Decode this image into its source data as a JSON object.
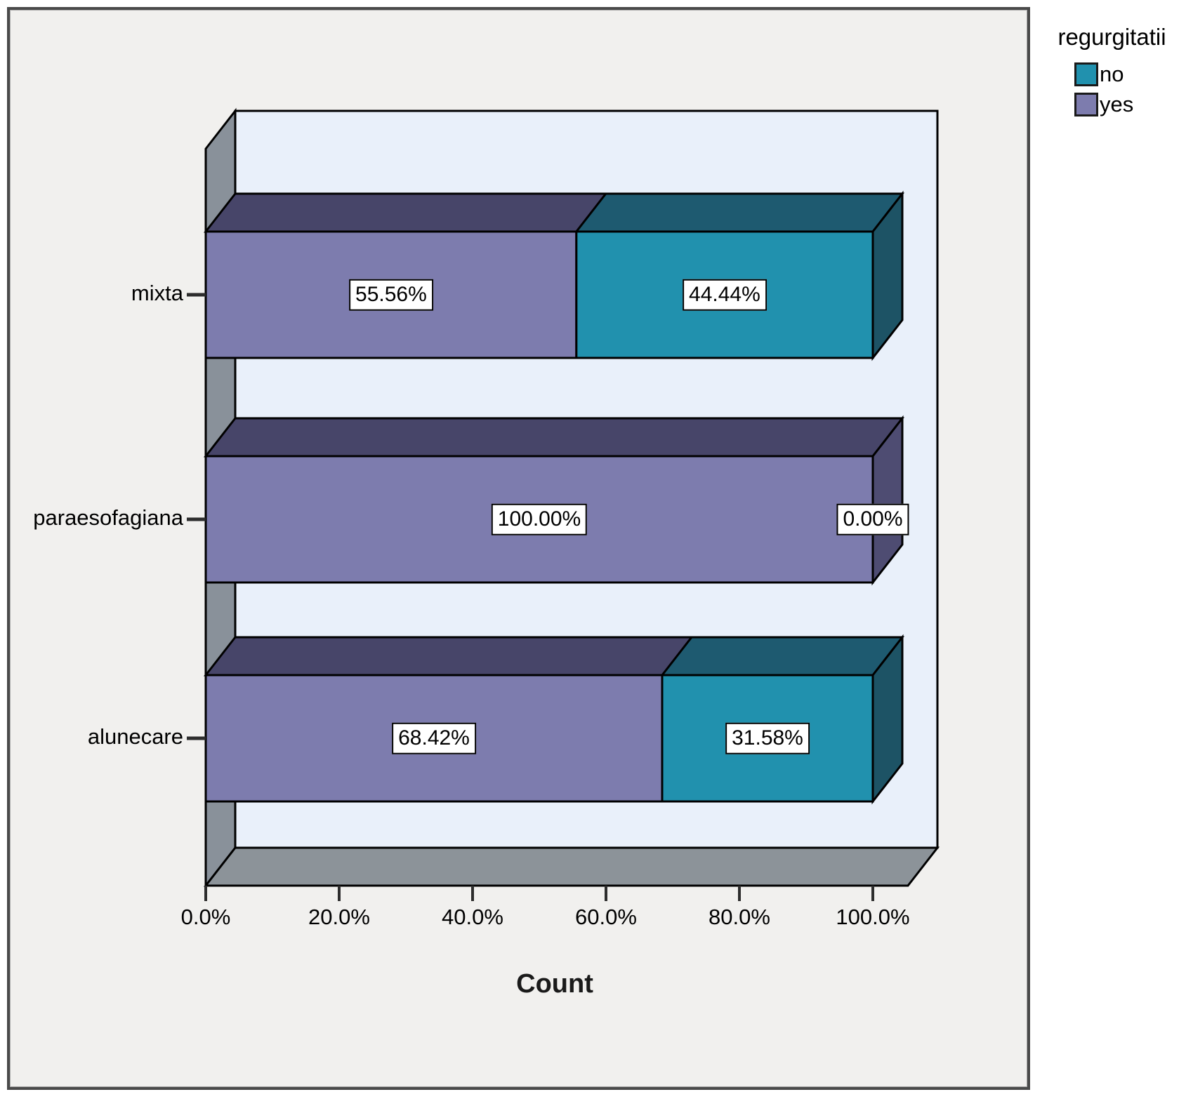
{
  "legend": {
    "title": "regurgitatii",
    "items": [
      {
        "label": "no",
        "color": "#2191ae"
      },
      {
        "label": "yes",
        "color": "#7d7cae"
      }
    ]
  },
  "colors": {
    "plot_wall": "#e9f0fa",
    "side_wall": "#89919a",
    "floor": "#8c9399",
    "outline": "#000000",
    "tick": "#2d2d2d",
    "teal": "#2191ae",
    "purple": "#7d7cae"
  },
  "chart_data": {
    "type": "bar",
    "subtype": "3d-horizontal-stacked-percent",
    "title": "",
    "xlabel": "Count",
    "x_ticks": [
      "0.0%",
      "20.0%",
      "40.0%",
      "60.0%",
      "80.0%",
      "100.0%"
    ],
    "x_range": [
      0,
      100
    ],
    "grid": false,
    "legend_position": "top-right-outside",
    "legend_title": "regurgitatii",
    "categories": [
      "mixta",
      "paraesofagiana",
      "alunecare"
    ],
    "series": [
      {
        "name": "yes",
        "color": "#7d7cae",
        "top_color": "#474569",
        "side_color": "#4e4c72",
        "values": [
          55.56,
          100.0,
          68.42
        ],
        "labels": [
          "55.56%",
          "100.00%",
          "68.42%"
        ]
      },
      {
        "name": "no",
        "color": "#2191ae",
        "top_color": "#1e5a70",
        "side_color": "#1d5365",
        "values": [
          44.44,
          0.0,
          31.58
        ],
        "labels": [
          "44.44%",
          "0.00%",
          "31.58%"
        ]
      }
    ]
  }
}
